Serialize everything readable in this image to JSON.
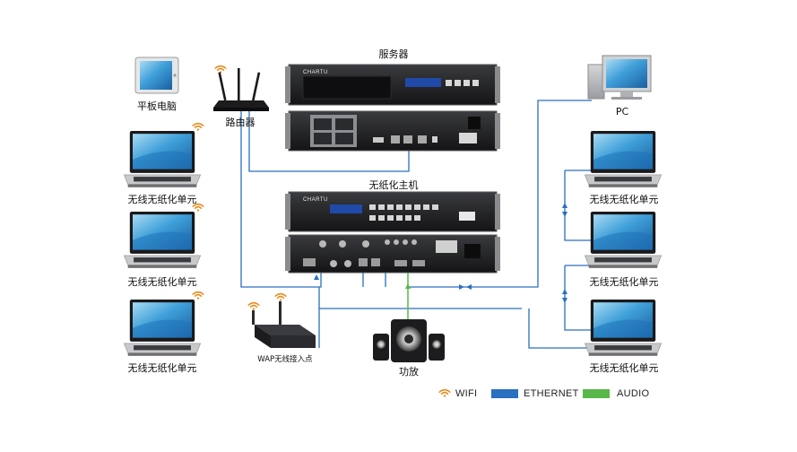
{
  "colors": {
    "ethernet": "#2a6fc0",
    "audio": "#58b848",
    "wifi": "#e88a1a",
    "device_dark": "#1c1c1e"
  },
  "labels": {
    "server": "服务器",
    "host": "无纸化主机",
    "tablet": "平板电脑",
    "router": "路由器",
    "pc": "PC",
    "unit": "无线无纸化单元",
    "wap": "WAP无线接入点",
    "amplifier": "功放"
  },
  "brand": "CHARTU",
  "icons": {
    "tablet": "tablet-icon",
    "router": "router-icon",
    "pc": "desktop-pc-icon",
    "laptop": "laptop-icon",
    "wap": "access-point-icon",
    "amplifier": "speaker-icon",
    "wifi": "wifi-icon"
  },
  "legend": [
    {
      "type": "wifi",
      "label": "WIFI"
    },
    {
      "type": "ethernet",
      "label": "ETHERNET"
    },
    {
      "type": "audio",
      "label": "AUDIO"
    }
  ]
}
